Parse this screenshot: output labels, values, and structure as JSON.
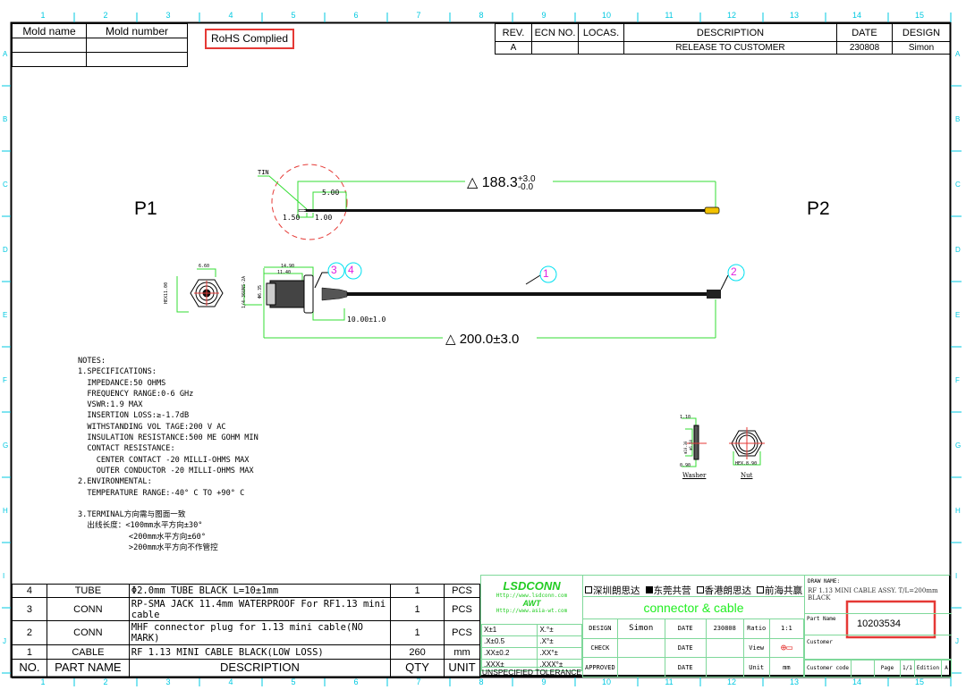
{
  "grid": {
    "columns": [
      "1",
      "2",
      "3",
      "4",
      "5",
      "6",
      "7",
      "8",
      "9",
      "10",
      "11",
      "12",
      "13",
      "14",
      "15"
    ],
    "rows": [
      "A",
      "B",
      "C",
      "D",
      "E",
      "F",
      "G",
      "H",
      "I",
      "J"
    ]
  },
  "mold_table": {
    "headers": [
      "Mold name",
      "Mold number"
    ]
  },
  "rohs": "RoHS Complied",
  "revision": {
    "headers": [
      "REV.",
      "ECN NO.",
      "LOCAS.",
      "DESCRIPTION",
      "DATE",
      "DESIGN"
    ],
    "row": [
      "A",
      "",
      "",
      "RELEASE TO CUSTOMER",
      "230808",
      "Simon"
    ]
  },
  "drawing": {
    "p1": "P1",
    "p2": "P2",
    "tin": "TIN",
    "dim_5": "5.00",
    "dim_150": "1.50",
    "dim_100": "1.00",
    "len_top": "188.3",
    "tol_plus": "+3.0",
    "tol_minus": "-0.0",
    "len_bottom": "200.0±3.0",
    "delta": "△",
    "dim_1490": "14.90",
    "dim_1140": "11.40",
    "dim_10": "10.00±1.0",
    "dim_660": "6.60",
    "dim_hex": "HEX11.00",
    "dim_thread": "1/4-36UNS-2A",
    "dim_635": "Φ6.35",
    "balloons": [
      "1",
      "2",
      "3",
      "4"
    ],
    "washer": "Washer",
    "nut": "Nut",
    "w_110": "1.10",
    "w_090": "0.90",
    "w_1030": "Φ10.30",
    "w_650": "Φ6.50",
    "nut_hex": "HEX.8.90"
  },
  "notes": [
    "NOTES:",
    "1.SPECIFICATIONS:",
    "  IMPEDANCE:50 OHMS",
    "  FREQUENCY RANGE:0-6 GHz",
    "  VSWR:1.9 MAX",
    "  INSERTION LOSS:≥-1.7dB",
    "  WITHSTANDING VOL TAGE:200 V AC",
    "  INSULATION RESISTANCE:500 ME GOHM MIN",
    "  CONTACT RESISTANCE:",
    "    CENTER CONTACT -20 MILLI-OHMS MAX",
    "    OUTER CONDUCTOR -20 MILLI-OHMS MAX",
    "2.ENVIRONMENTAL:",
    "  TEMPERATURE RANGE:-40° C TO +90° C",
    "",
    "3.TERMINAL方向需与图面一致",
    "  出线长度：<100mm水平方向±30°",
    "           <200mm水平方向±60°",
    "           >200mm水平方向不作管控"
  ],
  "bom": {
    "rows": [
      {
        "no": "4",
        "part": "TUBE",
        "desc": "Φ2.0mm TUBE BLACK L=10±1mm",
        "qty": "1",
        "unit": "PCS"
      },
      {
        "no": "3",
        "part": "CONN",
        "desc": "RP-SMA JACK 11.4mm WATERPROOF For RF1.13 mini cable",
        "qty": "1",
        "unit": "PCS"
      },
      {
        "no": "2",
        "part": "CONN",
        "desc": "MHF connector plug for 1.13 mini cable(NO MARK)",
        "qty": "1",
        "unit": "PCS"
      },
      {
        "no": "1",
        "part": "CABLE",
        "desc": "RF 1.13 MINI CABLE BLACK(LOW LOSS)",
        "qty": "260",
        "unit": "mm"
      }
    ],
    "headers": [
      "NO.",
      "PART NAME",
      "DESCRIPTION",
      "QTY",
      "UNIT"
    ]
  },
  "title_block": {
    "logo1": "LSDCONN",
    "url1": "Http://www.lsdconn.com",
    "logo2": "AWT",
    "url2": "Http://www.asia-wt.com",
    "tolerances": [
      [
        "X±1",
        "X.°±"
      ],
      [
        ".X±0.5",
        ".X°±"
      ],
      [
        ".XX±0.2",
        ".XX°±"
      ],
      [
        ".XXX±",
        ".XXX°±"
      ]
    ],
    "unspecified": "UNSPECIFIED TOLERANCE",
    "sites": [
      "深圳朗思达",
      "东莞共营",
      "香港朗思达",
      "前海共赢"
    ],
    "tagline": "connector & cable",
    "design_label": "DESIGN",
    "design_value": "Simon",
    "date_label": "DATE",
    "date_value": "230808",
    "ratio_label": "Ratio",
    "ratio_value": "1:1",
    "check_label": "CHECK",
    "view_label": "View",
    "approved_label": "APPROVED",
    "unit_label": "Unit",
    "unit_value": "mm",
    "draw_name_label": "DRAW NAME:",
    "draw_name": "RF 1.13 MINI CABLE ASSY. T/L=200mm BLACK",
    "part_name_label": "Part Name",
    "part_number": "10203534",
    "customer_label": "Customer",
    "customer_code_label": "Customer code",
    "page_label": "Page",
    "page_value": "1/1",
    "edition_label": "Edition",
    "edition_value": "A"
  },
  "colors": {
    "grid": "#00c8e0",
    "dim": "#33dd33",
    "highlight": "#e53935",
    "brand": "#22ee22",
    "balloon": "#00e0f0",
    "balloon_text": "#e020e0"
  }
}
